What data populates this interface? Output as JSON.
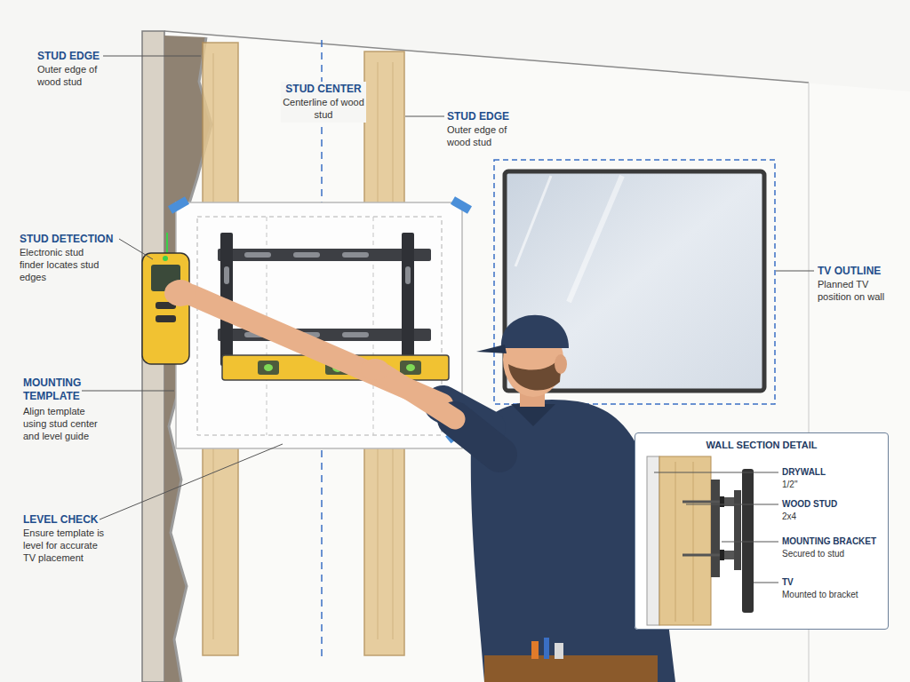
{
  "diagram": {
    "nodes": [
      {
        "text": [
          "WALL SECTION DETAIL"
        ]
      }
    ],
    "labels": [
      "STUD EDGE",
      "Outer edge of wood stud",
      "STUD CENTER",
      "Centerline of wood stud",
      "STUD EDGE",
      "Outer edge of wood stud",
      "STUD DETECTION",
      "Electronic stud finder locates stud edges",
      "MOUNTING TEMPLATE",
      "Align template using stud center and level guide",
      "LEVEL CHECK",
      "Ensure template is level for accurate TV placement",
      "TV OUTLINE",
      "Planned TV position on wall",
      "DRYWALL",
      "1/2\"",
      "WOOD STUD",
      "2x4",
      "MOUNTING BRACKET",
      "Secured to stud",
      "TV",
      "Mounted to bracket"
    ]
  }
}
